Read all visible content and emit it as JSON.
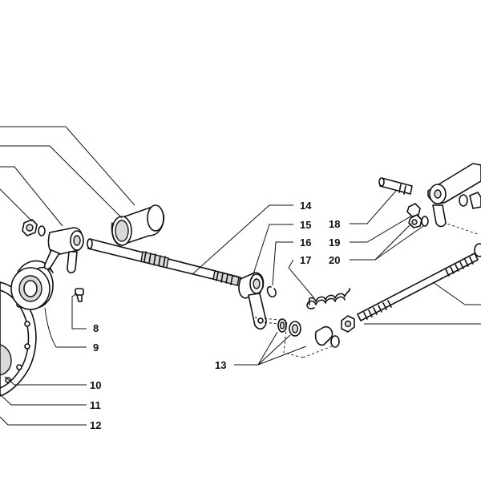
{
  "callouts": {
    "c8": "8",
    "c9": "9",
    "c10": "10",
    "c11": "11",
    "c12": "12",
    "c13": "13",
    "c14": "14",
    "c15": "15",
    "c16": "16",
    "c17": "17",
    "c18": "18",
    "c19": "19",
    "c20": "20"
  }
}
